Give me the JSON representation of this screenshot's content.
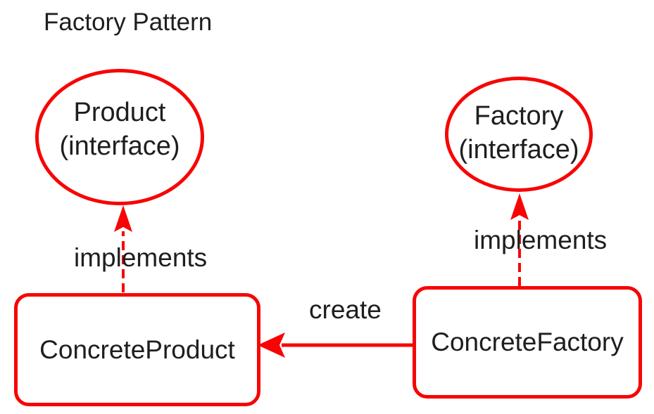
{
  "title": "Factory Pattern",
  "colors": {
    "accent": "#f70505",
    "text": "#1e1e1e",
    "background": "#ffffff"
  },
  "nodes": {
    "product_interface": {
      "line1": "Product",
      "line2": "(interface)",
      "shape": "ellipse"
    },
    "factory_interface": {
      "line1": "Factory",
      "line2": "(interface)",
      "shape": "ellipse"
    },
    "concrete_product": {
      "label": "ConcreteProduct",
      "shape": "rounded-rect"
    },
    "concrete_factory": {
      "label": "ConcreteFactory",
      "shape": "rounded-rect"
    }
  },
  "edges": {
    "implements_left": {
      "label": "implements",
      "style": "dashed-arrow",
      "from": "ConcreteProduct",
      "to": "Product (interface)"
    },
    "implements_right": {
      "label": "implements",
      "style": "dashed-arrow",
      "from": "ConcreteFactory",
      "to": "Factory (interface)"
    },
    "create": {
      "label": "create",
      "style": "solid-arrow",
      "from": "ConcreteFactory",
      "to": "ConcreteProduct"
    }
  }
}
